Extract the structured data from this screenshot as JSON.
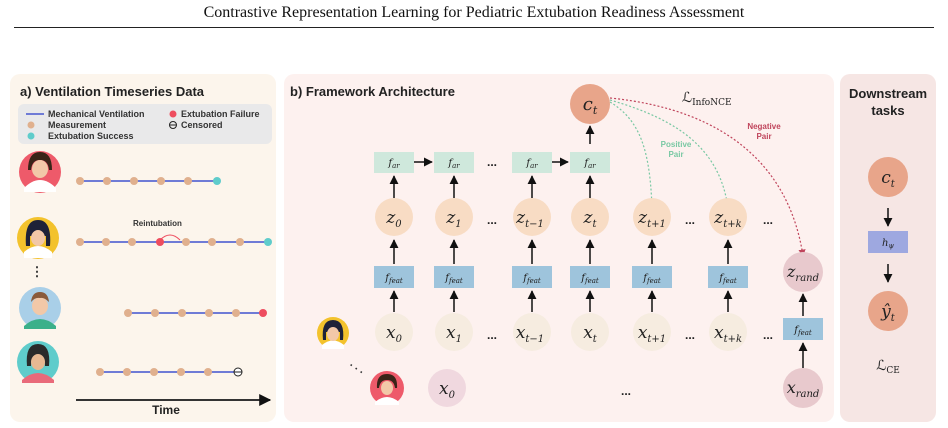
{
  "title": "Contrastive Representation Learning for Pediatric Extubation Readiness Assessment",
  "panel_a": {
    "heading": "a)  Ventilation Timeseries Data",
    "legend": {
      "mechanical_ventilation": "Mechanical Ventilation",
      "measurement": "Measurement",
      "extubation_success": "Extubation Success",
      "extubation_failure": "Extubation Failure",
      "censored": "Censored"
    },
    "reintubation": "Reintubation",
    "vdots": "⋮",
    "time_label": "Time"
  },
  "panel_b": {
    "heading": "b)  Framework Architecture",
    "context_node": {
      "base": "c",
      "sub": "t"
    },
    "infonce": {
      "base": "ℒ",
      "sub": "InfoNCE"
    },
    "positive_pair": [
      "Positive",
      "Pair"
    ],
    "negative_pair": [
      "Negative",
      "Pair"
    ],
    "ar_label": {
      "base": "f",
      "sub": "ar"
    },
    "feat_label": {
      "base": "f",
      "sub": "feat"
    },
    "z_nodes": [
      {
        "base": "z",
        "sub": "0"
      },
      {
        "base": "z",
        "sub": "1"
      },
      {
        "base": "z",
        "sub": "t−1"
      },
      {
        "base": "z",
        "sub": "t"
      },
      {
        "base": "z",
        "sub": "t+1"
      },
      {
        "base": "z",
        "sub": "t+k"
      }
    ],
    "x_nodes": [
      {
        "base": "x",
        "sub": "0"
      },
      {
        "base": "x",
        "sub": "1"
      },
      {
        "base": "x",
        "sub": "t−1"
      },
      {
        "base": "x",
        "sub": "t"
      },
      {
        "base": "x",
        "sub": "t+1"
      },
      {
        "base": "x",
        "sub": "t+k"
      }
    ],
    "z_rand": {
      "base": "z",
      "sub": "rand"
    },
    "x_rand": {
      "base": "x",
      "sub": "rand"
    },
    "x0_second": {
      "base": "x",
      "sub": "0"
    },
    "ellipsis": "...",
    "colors": {
      "context": "#e8a58a",
      "z_node": "#f8dcc4",
      "x_node": "#f6ece0",
      "rand_node": "#e8c9cd",
      "x0_second": "#f0d8df",
      "ar_box": "#cfe8dc",
      "feat_box": "#9ec4dc",
      "positive": "#79c8a3",
      "negative": "#c0455c"
    }
  },
  "panel_c": {
    "heading": [
      "Downstream",
      "tasks"
    ],
    "ct": {
      "base": "c",
      "sub": "t"
    },
    "h_psi": {
      "base": "h",
      "sub": "ψ"
    },
    "yhat": {
      "base": "ŷ",
      "sub": "t"
    },
    "loss": {
      "base": "ℒ",
      "sub": "CE"
    }
  }
}
